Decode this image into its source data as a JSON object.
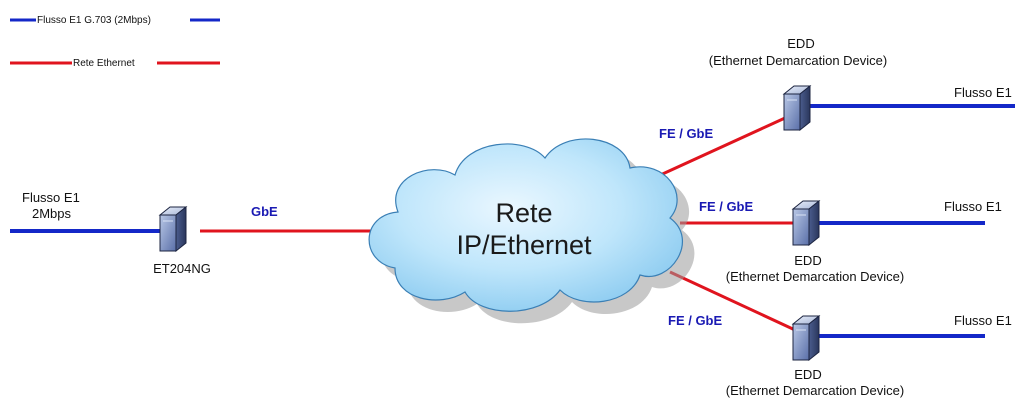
{
  "legend": {
    "e1_label": "Flusso E1 G.703 (2Mbps)",
    "ethernet_label": "Rete Ethernet"
  },
  "colors": {
    "e1_line": "#1428c8",
    "ethernet_line": "#e0141e",
    "link_label": "#1a1ab3"
  },
  "left_source": {
    "line1": "Flusso E1",
    "line2": "2Mbps"
  },
  "et204": {
    "label": "ET204NG",
    "link_label": "GbE"
  },
  "cloud": {
    "line1": "Rete",
    "line2": "IP/Ethernet"
  },
  "edd_top": {
    "title": "EDD",
    "subtitle": "(Ethernet Demarcation Device)",
    "link_label": "FE / GbE",
    "flow_label": "Flusso E1"
  },
  "edd_mid": {
    "title": "EDD",
    "subtitle": "(Ethernet Demarcation Device)",
    "link_label": "FE / GbE",
    "flow_label": "Flusso E1"
  },
  "edd_bot": {
    "title": "EDD",
    "subtitle": "(Ethernet Demarcation Device)",
    "link_label": "FE / GbE",
    "flow_label": "Flusso E1"
  }
}
